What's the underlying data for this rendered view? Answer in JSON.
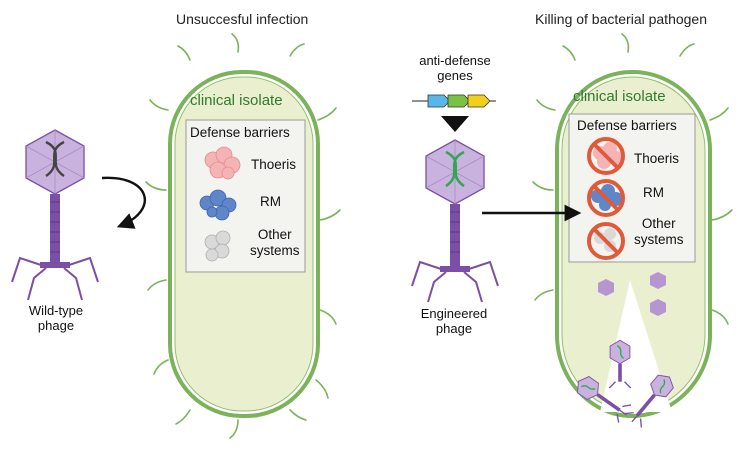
{
  "left_panel": {
    "title": "Unsuccesful infection",
    "cell_label": "clinical isolate",
    "defense_title": "Defense barriers",
    "defense_items": [
      "Thoeris",
      "RM",
      "Other\nsystems"
    ],
    "phage_label": "Wild-type\nphage"
  },
  "right_panel": {
    "title": "Killing of bacterial pathogen",
    "genes_label": "anti-defense\ngenes",
    "cell_label": "clinical isolate",
    "defense_title": "Defense barriers",
    "defense_items": [
      "Thoeris",
      "RM",
      "Other\nsystems"
    ],
    "phage_label": "Engineered\nphage"
  },
  "colors": {
    "cell_fill": "#eaf0cf",
    "cell_border": "#7bb35a",
    "phage_purple": "#7b4fa6",
    "phage_head": "#c9b3de",
    "dna_green": "#2fa84f",
    "block_red": "#e05a3a",
    "gene_blue": "#57b7e8",
    "gene_green": "#7cc242",
    "gene_yellow": "#f2cf1a"
  }
}
